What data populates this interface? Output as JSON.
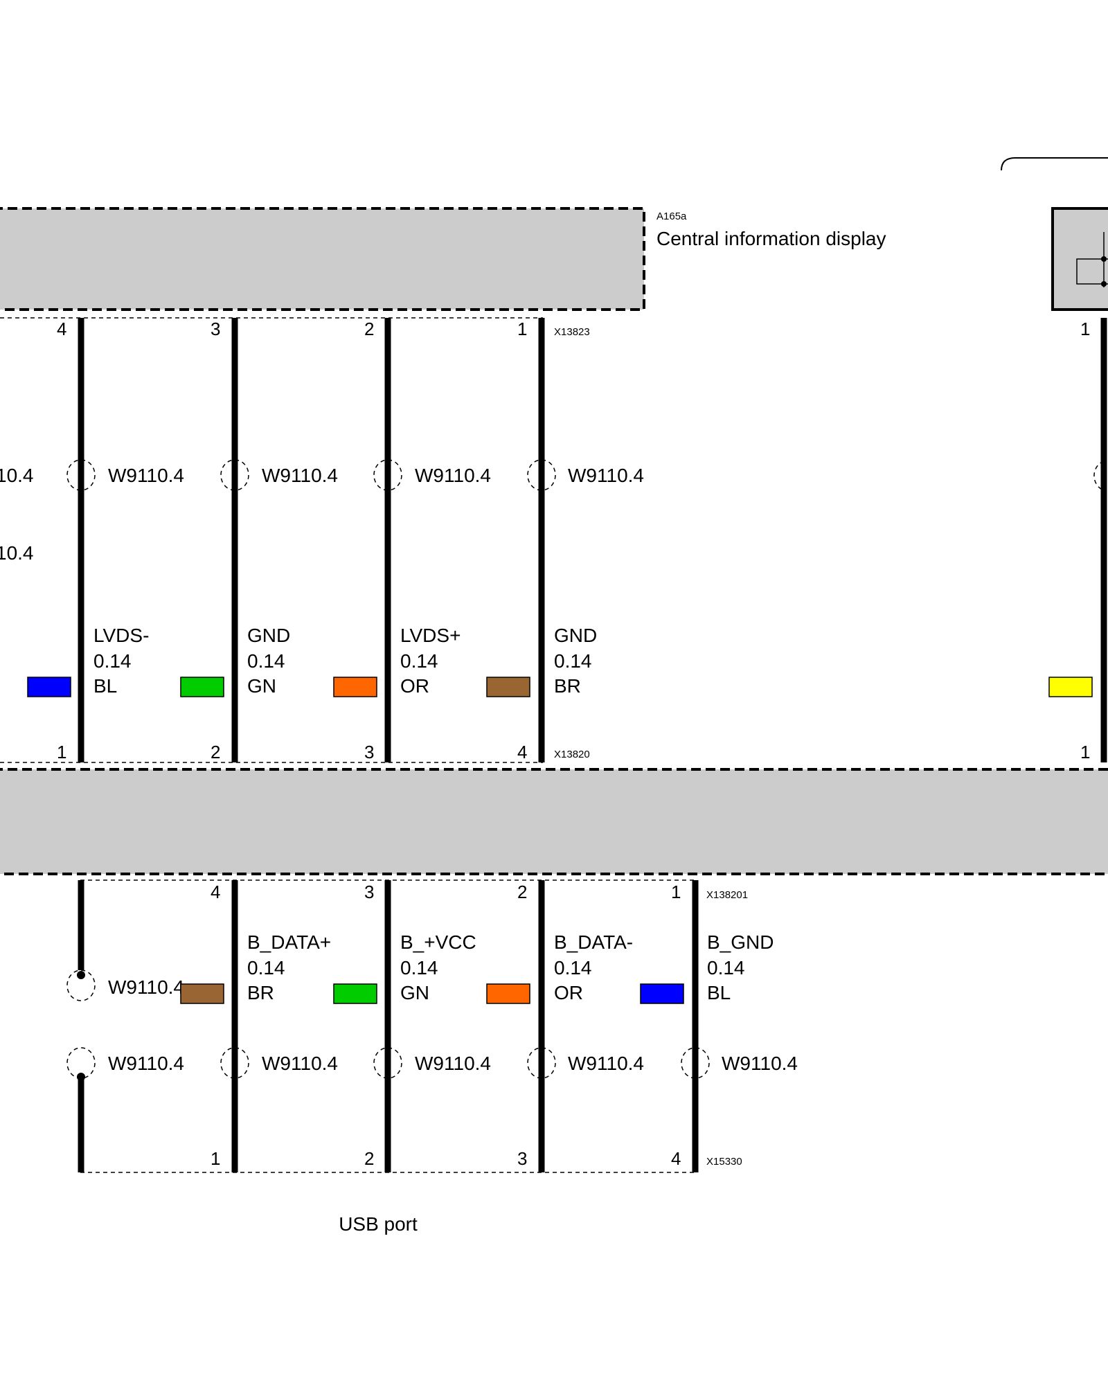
{
  "components": {
    "cid": {
      "ref": "A165a",
      "name": "Central information display"
    },
    "usb": {
      "name": "USB port"
    }
  },
  "connectors": {
    "top": "X13823",
    "middle": "X13820",
    "lower": "X138201",
    "bottom": "X15330"
  },
  "upper_wires": [
    {
      "signal": "LVDS-",
      "size": "0.14",
      "color_code": "BL",
      "color": "#0000ff",
      "pin_top": "4",
      "pin_bottom": "1",
      "shield": "W9110.4"
    },
    {
      "signal": "GND",
      "size": "0.14",
      "color_code": "GN",
      "color": "#00cc00",
      "pin_top": "3",
      "pin_bottom": "2",
      "shield": "W9110.4"
    },
    {
      "signal": "LVDS+",
      "size": "0.14",
      "color_code": "OR",
      "color": "#ff6600",
      "pin_top": "2",
      "pin_bottom": "3",
      "shield": "W9110.4"
    },
    {
      "signal": "GND",
      "size": "0.14",
      "color_code": "BR",
      "color": "#996633",
      "pin_top": "1",
      "pin_bottom": "4",
      "shield": "W9110.4"
    }
  ],
  "lower_wires": [
    {
      "signal": "B_DATA+",
      "size": "0.14",
      "color_code": "BR",
      "color": "#996633",
      "pin_top": "4",
      "pin_bottom": "1",
      "shield": "W9110.4"
    },
    {
      "signal": "B_+VCC",
      "size": "0.14",
      "color_code": "GN",
      "color": "#00cc00",
      "pin_top": "3",
      "pin_bottom": "2",
      "shield": "W9110.4"
    },
    {
      "signal": "B_DATA-",
      "size": "0.14",
      "color_code": "OR",
      "color": "#ff6600",
      "pin_top": "2",
      "pin_bottom": "3",
      "shield": "W9110.4"
    },
    {
      "signal": "B_GND",
      "size": "0.14",
      "color_code": "BL",
      "color": "#0000ff",
      "pin_top": "1",
      "pin_bottom": "4",
      "shield": "W9110.4"
    }
  ],
  "left_edge": {
    "partial_1": "10.4",
    "partial_2": "10.4",
    "upper_shield": "W9110.4",
    "lower_shield": "W9110.4",
    "swatch_color": "#0000ff"
  },
  "right_edge": {
    "pin_top": "1",
    "pin_bottom": "1",
    "swatch_color": "#ffff00"
  }
}
